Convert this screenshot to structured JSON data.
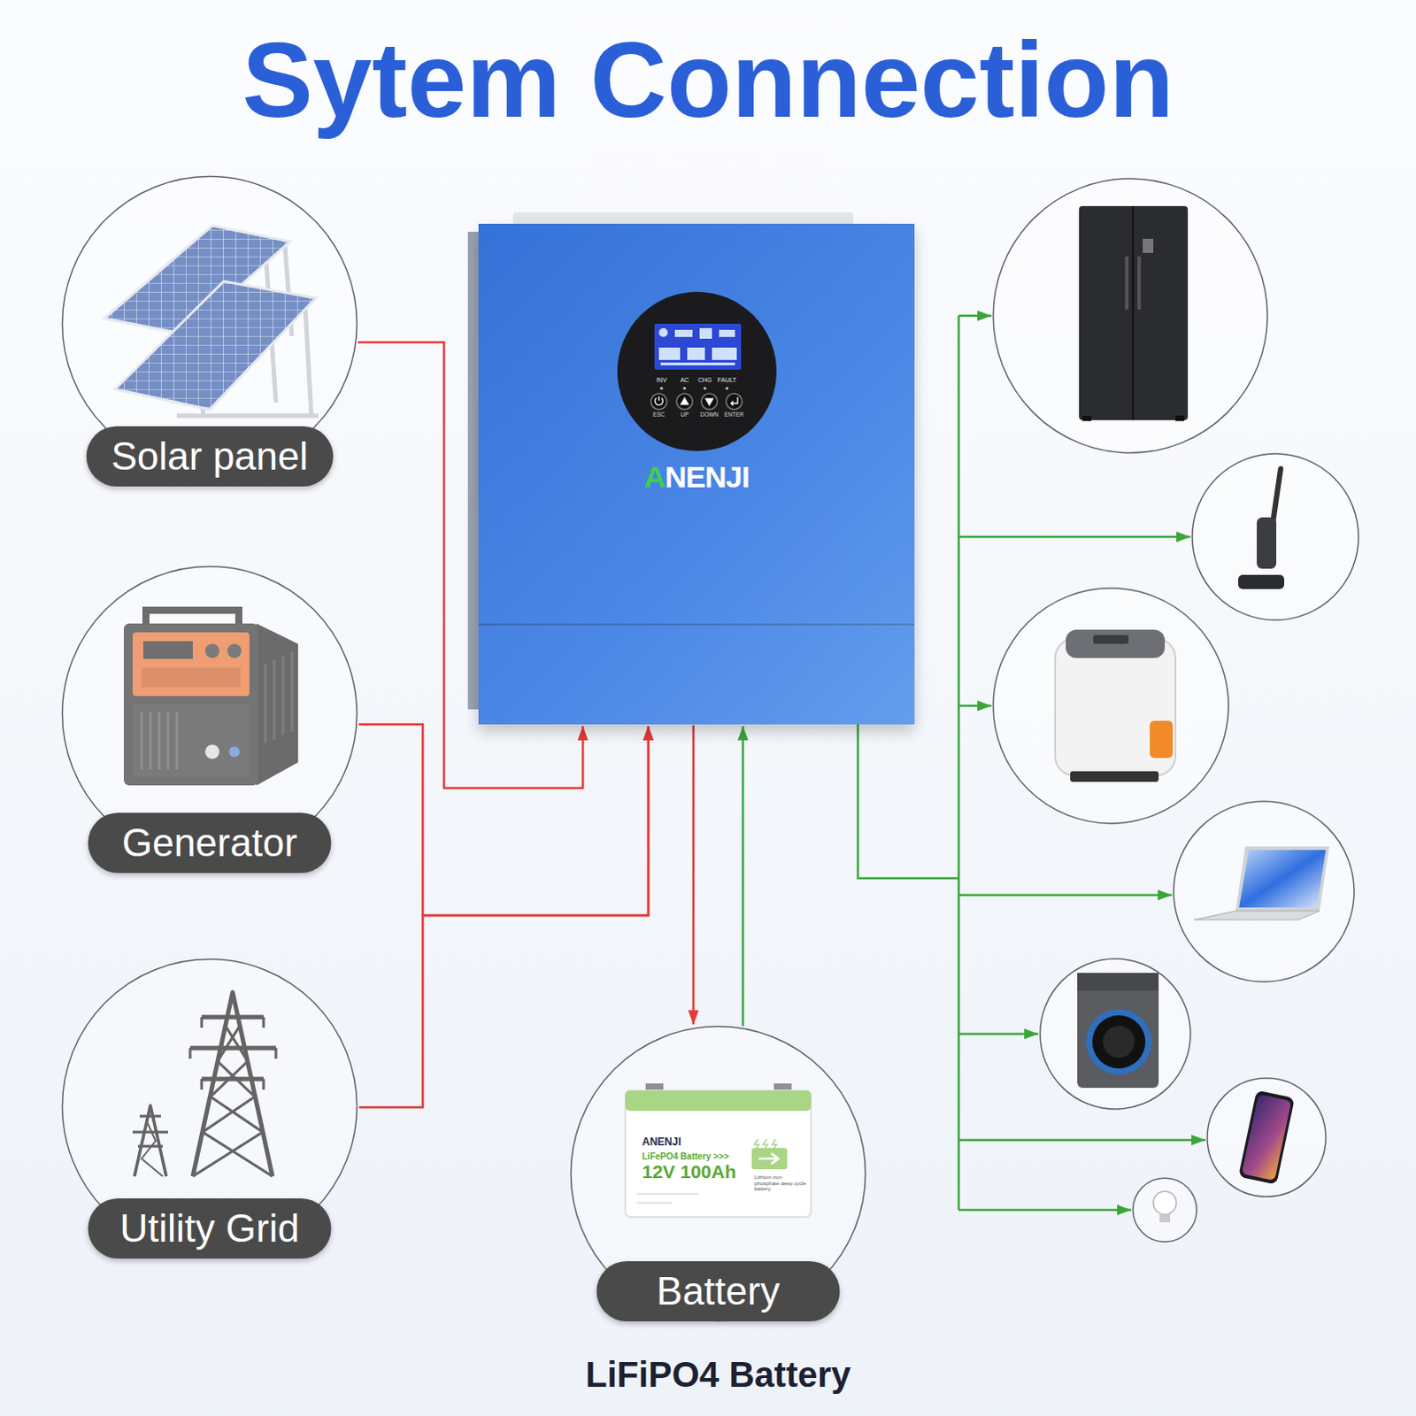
{
  "diagram": {
    "title": "Sytem Connection",
    "nodes": [
      {
        "text": [
          "Solar panel"
        ]
      },
      {
        "text": [
          "Generator"
        ]
      },
      {
        "text": [
          "Utility Grid"
        ]
      },
      {
        "text": [
          "ANENJI"
        ]
      },
      {
        "text": [
          "Battery",
          "LiFiPO4 Battery"
        ]
      }
    ],
    "edges": [
      {
        "from": 0,
        "to": 3,
        "arrow": "to"
      },
      {
        "from": 1,
        "to": 3,
        "arrow": "to"
      },
      {
        "from": 2,
        "to": 3,
        "arrow": "to"
      },
      {
        "from": 3,
        "to": 4,
        "arrow": "to"
      },
      {
        "from": 4,
        "to": 3,
        "arrow": "to"
      }
    ],
    "labels": [
      "INV",
      "AC",
      "CHG",
      "FAULT",
      "ESC",
      "UP",
      "DOWN",
      "ENTER",
      "ANENJI",
      "LiFePO4 Battery >>>",
      "12V 100Ah",
      "Lithium iron phosphate deep cycle battery"
    ]
  }
}
